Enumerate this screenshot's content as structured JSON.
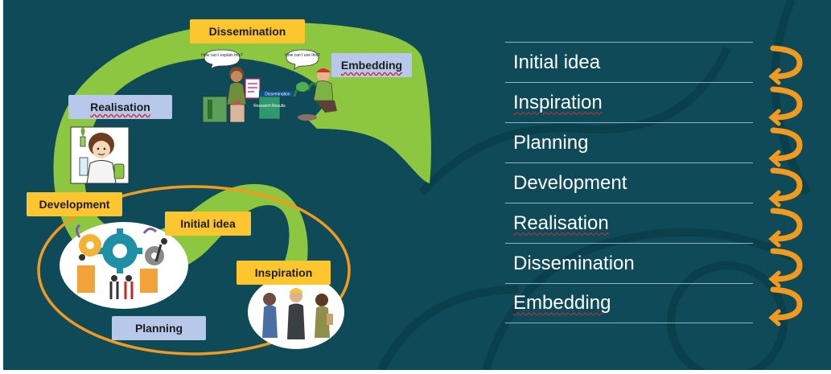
{
  "diagram": {
    "labels": {
      "dissemination": "Dissemination",
      "embedding": "Embedding",
      "realisation": "Realisation",
      "development": "Development",
      "initial_idea": "Initial idea",
      "inspiration": "Inspiration",
      "planning": "Planning"
    },
    "illustration_text": {
      "bubble_1": "How can I explain this?",
      "bubble_2": "How can I use this?",
      "sign": "Dissemination",
      "poster": "Research Results"
    }
  },
  "stage_list": [
    "Initial idea",
    "Inspiration",
    "Planning",
    "Development",
    "Realisation",
    "Dissemination",
    "Embedding"
  ],
  "colors": {
    "background": "#0e4a58",
    "spiral_green": "#8dc63f",
    "label_yellow": "#fdc62f",
    "label_blue": "#b7c8ea",
    "ellipse_orange": "#f29a1f",
    "arrow_orange": "#f29a1f"
  },
  "icons": [
    "gears-team-illustration",
    "people-group-illustration",
    "scientist-icon",
    "presenter-illustration",
    "gardener-illustration",
    "u-turn-arrow-icon"
  ]
}
